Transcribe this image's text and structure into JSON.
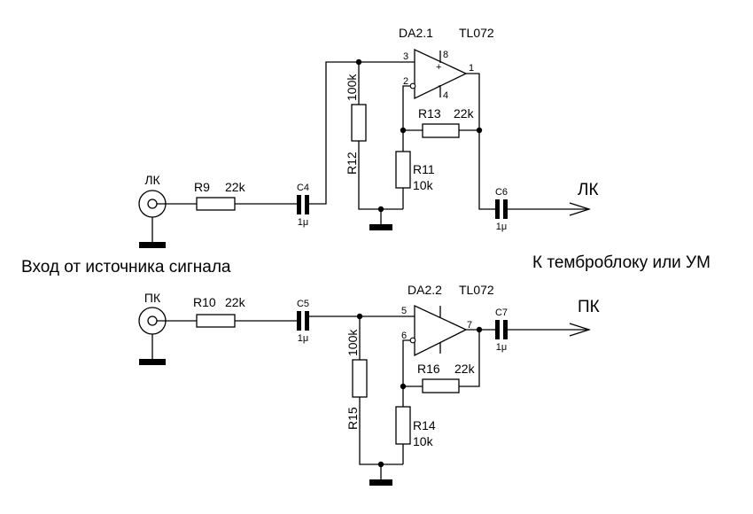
{
  "captions": {
    "input": "Вход от источника сигнала",
    "output": "К темброблоку или УМ"
  },
  "channels": {
    "left": {
      "input_label": "ЛК",
      "output_label": "ЛК",
      "input_resistor": {
        "ref": "R9",
        "value": "22k"
      },
      "input_cap": {
        "ref": "C4",
        "value": "1μ"
      },
      "bias_resistor": {
        "ref": "R12",
        "value": "100k"
      },
      "opamp": {
        "ref": "DA2.1",
        "part": "TL072",
        "pin_noninv": "3",
        "pin_inv": "2",
        "pin_out": "1",
        "pin_vplus": "8",
        "pin_vminus": "4",
        "sign_plus": "+",
        "sign_minus": "-"
      },
      "feedback_resistor": {
        "ref": "R13",
        "value": "22k"
      },
      "ground_resistor": {
        "ref": "R11",
        "value": "10k"
      },
      "output_cap": {
        "ref": "C6",
        "value": "1μ"
      }
    },
    "right": {
      "input_label": "ПК",
      "output_label": "ПК",
      "input_resistor": {
        "ref": "R10",
        "value": "22k"
      },
      "input_cap": {
        "ref": "C5",
        "value": "1μ"
      },
      "bias_resistor": {
        "ref": "R15",
        "value": "100k"
      },
      "opamp": {
        "ref": "DA2.2",
        "part": "TL072",
        "pin_noninv": "5",
        "pin_inv": "6",
        "pin_out": "7"
      },
      "feedback_resistor": {
        "ref": "R16",
        "value": "22k"
      },
      "ground_resistor": {
        "ref": "R14",
        "value": "10k"
      },
      "output_cap": {
        "ref": "C7",
        "value": "1μ"
      }
    }
  }
}
